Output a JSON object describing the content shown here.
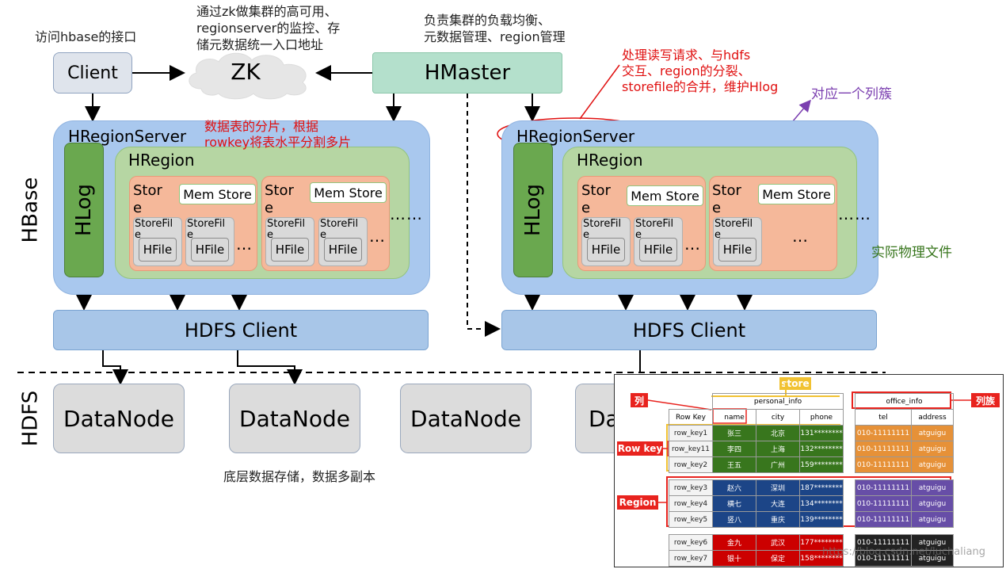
{
  "top": {
    "client_note": "访问hbase的接口",
    "zk_note": [
      "通过zk做集群的高可用、",
      "regionserver的监控、存",
      "储元数据统一入口地址"
    ],
    "hmaster_note": [
      "负责集群的负载均衡、",
      "元数据管理、region管理"
    ]
  },
  "nodes": {
    "client": "Client",
    "zk": "ZK",
    "hmaster": "HMaster",
    "hbase_label": "HBase",
    "hdfs_label": "HDFS",
    "hregionserver": "HRegionServer",
    "hregion": "HRegion",
    "hlog": "HLog",
    "store": "Stor",
    "store_e": "e",
    "memstore": "Mem Store",
    "storefile": "StoreFil",
    "storefile_e": "e",
    "hfile": "HFile",
    "hdfs_client": "HDFS Client",
    "datanode": "DataNode",
    "datanode_partial": "Da",
    "ellipsis": "…",
    "ellipsis_long": "……"
  },
  "annotations": {
    "region_note": [
      "数据表的分片，根据",
      "rowkey将表水平分割多片"
    ],
    "rs_note": [
      "处理读写请求、与hdfs",
      "交互、region的分裂、",
      "storefile的合并，维护Hlog"
    ],
    "store_note": "对应一个列簇",
    "hfile_note": "实际物理文件",
    "datanode_note": "底层数据存储，数据多副本"
  },
  "table": {
    "tags": {
      "store": "store",
      "column": "列",
      "family": "列族",
      "rowkey": "Row key",
      "region": "Region"
    },
    "family1": "personal_info",
    "family2": "office_info",
    "headers": [
      "Row Key",
      "name",
      "city",
      "phone",
      "tel",
      "address"
    ],
    "rows": [
      [
        "row_key1",
        "张三",
        "北京",
        "131********",
        "010-11111111",
        "atguigu"
      ],
      [
        "row_key11",
        "李四",
        "上海",
        "132********",
        "010-11111111",
        "atguigu"
      ],
      [
        "row_key2",
        "王五",
        "广州",
        "159********",
        "010-11111111",
        "atguigu"
      ],
      [
        "row_key3",
        "赵六",
        "深圳",
        "187********",
        "010-11111111",
        "atguigu"
      ],
      [
        "row_key4",
        "横七",
        "大连",
        "134********",
        "010-11111111",
        "atguigu"
      ],
      [
        "row_key5",
        "竖八",
        "重庆",
        "139********",
        "010-11111111",
        "atguigu"
      ],
      [
        "row_key6",
        "金九",
        "武汉",
        "177********",
        "010-11111111",
        "atguigu"
      ],
      [
        "row_key7",
        "银十",
        "保定",
        "158********",
        "010-11111111",
        "atguigu"
      ]
    ],
    "watermark": "https://blog.csdn.net/luchaliang"
  },
  "colors": {
    "server": "#a9c8ee",
    "region": "#b6d6a3",
    "store": "#f5b89a",
    "hlog": "#6aa84f",
    "hmaster": "#b4e0cc",
    "annotation_red": "#e01010",
    "annotation_purple": "#7b3fb0",
    "annotation_green": "#38761d"
  }
}
